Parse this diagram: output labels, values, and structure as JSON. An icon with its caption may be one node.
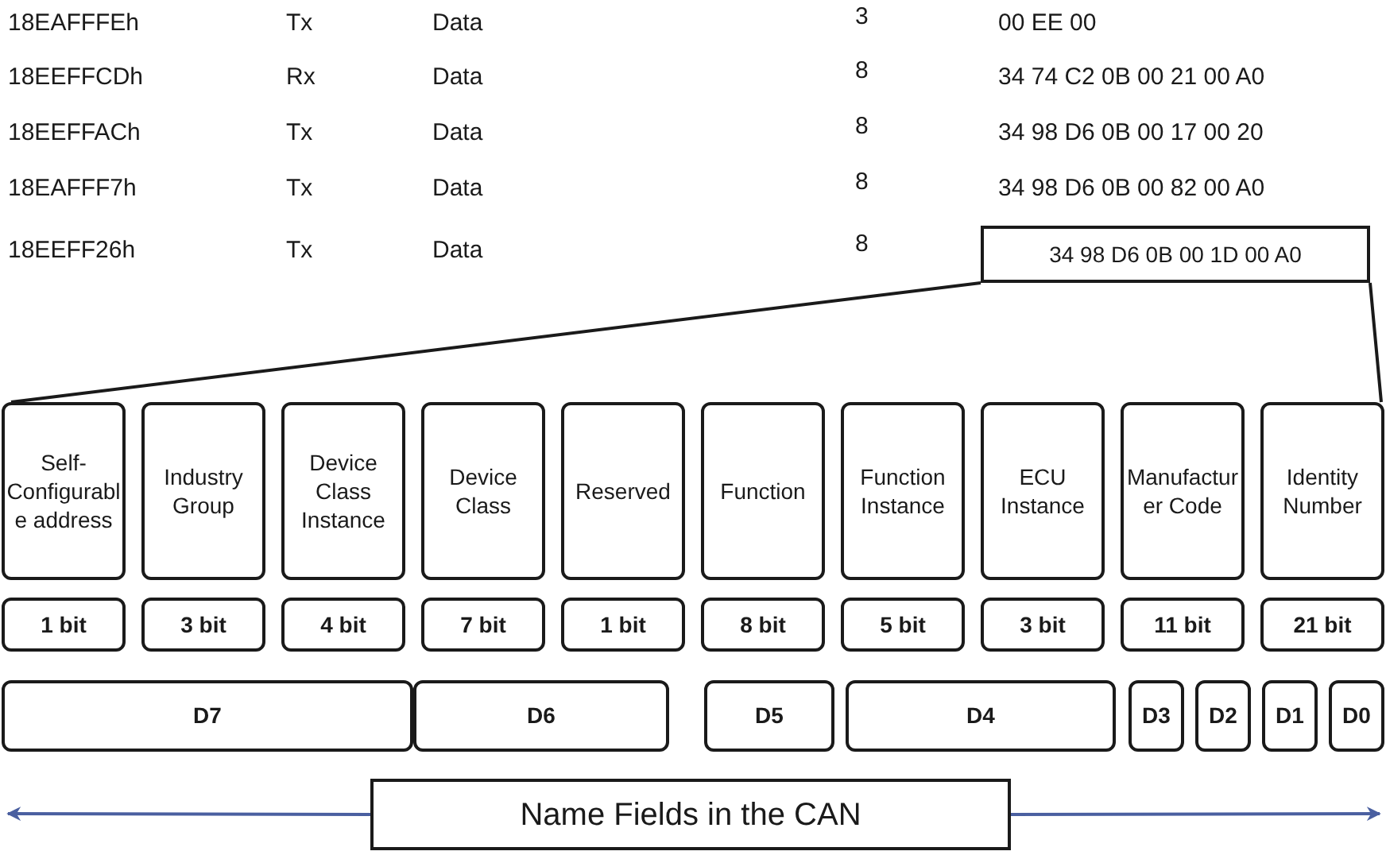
{
  "diagram": {
    "nodes": [
      {
        "text": [
          "34 98 D6 0B 00 1D 00 A0"
        ]
      },
      {
        "text": [
          "Self-Configurable address"
        ]
      },
      {
        "text": [
          "Industry Group"
        ]
      },
      {
        "text": [
          "Device Class Instance"
        ]
      },
      {
        "text": [
          "Device Class"
        ]
      },
      {
        "text": [
          "Reserved"
        ]
      },
      {
        "text": [
          "Function"
        ]
      },
      {
        "text": [
          "Function Instance"
        ]
      },
      {
        "text": [
          "ECU Instance"
        ]
      },
      {
        "text": [
          "Manufacturer Code"
        ]
      },
      {
        "text": [
          "Identity Number"
        ]
      },
      {
        "text": [
          "1 bit"
        ]
      },
      {
        "text": [
          "3 bit"
        ]
      },
      {
        "text": [
          "4 bit"
        ]
      },
      {
        "text": [
          "7 bit"
        ]
      },
      {
        "text": [
          "1 bit"
        ]
      },
      {
        "text": [
          "8 bit"
        ]
      },
      {
        "text": [
          "5 bit"
        ]
      },
      {
        "text": [
          "3 bit"
        ]
      },
      {
        "text": [
          "11 bit"
        ]
      },
      {
        "text": [
          "21 bit"
        ]
      },
      {
        "text": [
          "D7"
        ]
      },
      {
        "text": [
          "D6"
        ]
      },
      {
        "text": [
          "D5"
        ]
      },
      {
        "text": [
          "D4"
        ]
      },
      {
        "text": [
          "D3"
        ]
      },
      {
        "text": [
          "D2"
        ]
      },
      {
        "text": [
          "D1"
        ]
      },
      {
        "text": [
          "D0"
        ]
      },
      {
        "text": [
          "Name Fields in the CAN"
        ]
      }
    ],
    "edges": [
      {
        "from": 0,
        "to": 1,
        "arrow": "none"
      },
      {
        "from": 0,
        "to": 10,
        "arrow": "none"
      },
      {
        "from": 29,
        "to": null,
        "arrow": "to",
        "color": "#4a5fa0"
      },
      {
        "from": 29,
        "to": null,
        "arrow": "to",
        "color": "#4a5fa0"
      }
    ],
    "labels": [
      "18EAFFFEh",
      "Tx",
      "Data",
      "3",
      "00 EE 00",
      "18EEFFCDh",
      "Rx",
      "Data",
      "8",
      "34 74 C2 0B 00 21 00 A0",
      "18EEFFACh",
      "Tx",
      "Data",
      "8",
      "34 98 D6 0B 00 17 00 20",
      "18EAFFF7h",
      "Tx",
      "Data",
      "8",
      "34 98 D6 0B 00 82 00 A0",
      "18EEFF26h",
      "Tx",
      "Data",
      "8"
    ]
  }
}
